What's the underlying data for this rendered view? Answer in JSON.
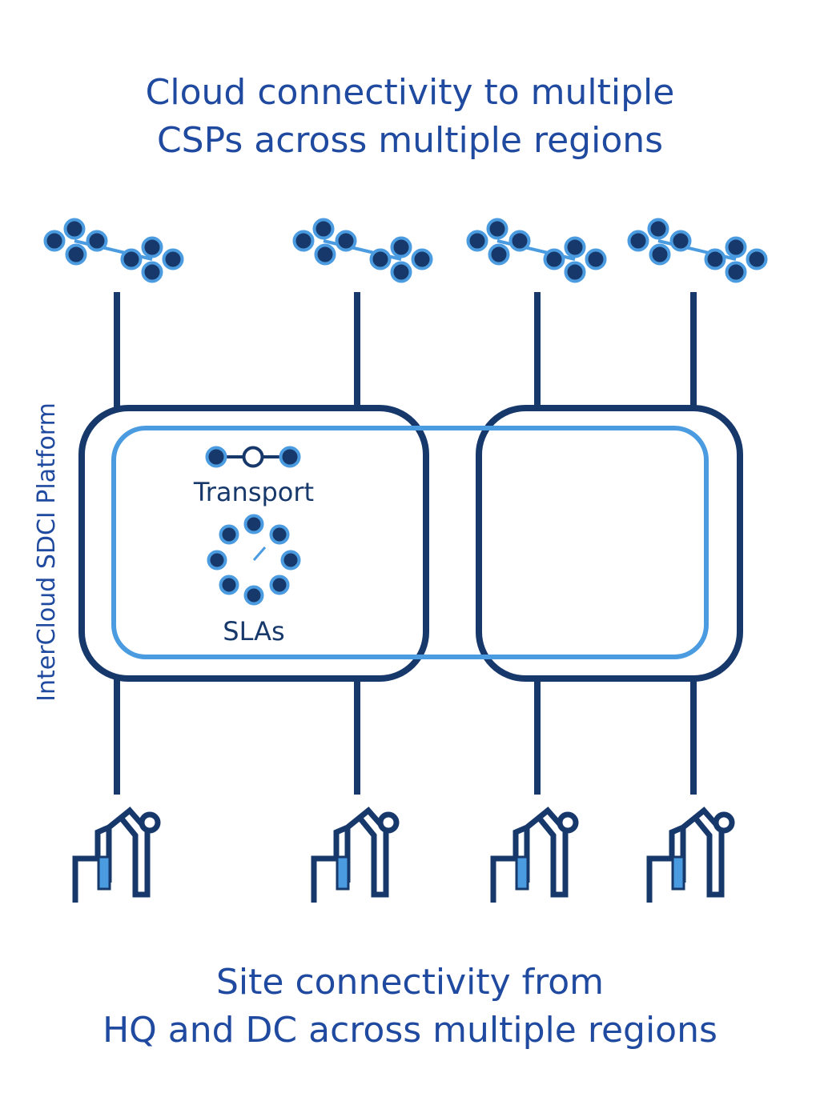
{
  "header": {
    "line1": "Cloud connectivity to multiple",
    "line2": "CSPs across multiple regions"
  },
  "platform": {
    "side_label": "InterCloud SDCI Platform",
    "transport_label": "Transport",
    "slas_label": "SLAs"
  },
  "footer": {
    "line1": "Site connectivity from",
    "line2": "HQ and DC across multiple regions"
  },
  "colors": {
    "navy": "#17386b",
    "light_blue": "#4a9be0",
    "text_blue": "#1f4aa0"
  },
  "icons": {
    "cloud": "cloud-network-icon",
    "building": "building-site-icon",
    "transport": "transport-link-icon",
    "sla": "sla-gauge-icon"
  }
}
